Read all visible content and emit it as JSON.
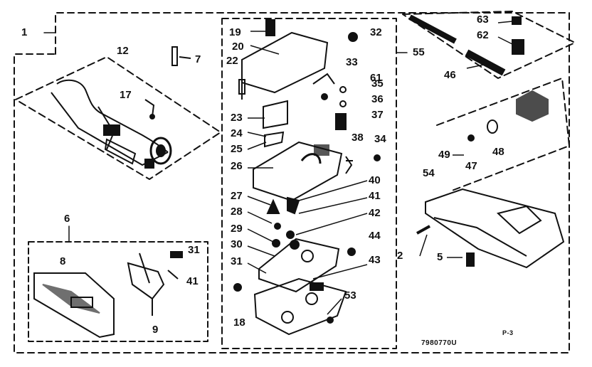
{
  "diagram": {
    "callouts": {
      "c1": "1",
      "c2": "2",
      "c5": "5",
      "c6": "6",
      "c7": "7",
      "c8": "8",
      "c9": "9",
      "c12": "12",
      "c17": "17",
      "c18": "18",
      "c19": "19",
      "c20": "20",
      "c22": "22",
      "c23": "23",
      "c24": "24",
      "c25": "25",
      "c26": "26",
      "c27": "27",
      "c28": "28",
      "c29": "29",
      "c30": "30",
      "c31a": "31",
      "c31b": "31",
      "c32": "32",
      "c33": "33",
      "c34": "34",
      "c35": "35",
      "c36": "36",
      "c37": "37",
      "c38": "38",
      "c40": "40",
      "c41a": "41",
      "c41b": "41",
      "c42": "42",
      "c43": "43",
      "c44": "44",
      "c46": "46",
      "c47": "47",
      "c48": "48",
      "c49": "49",
      "c53": "53",
      "c54": "54",
      "c55": "55",
      "c61": "61",
      "c62": "62",
      "c63": "63"
    },
    "drawing_code": "7980770U",
    "page_code": "P-3"
  }
}
